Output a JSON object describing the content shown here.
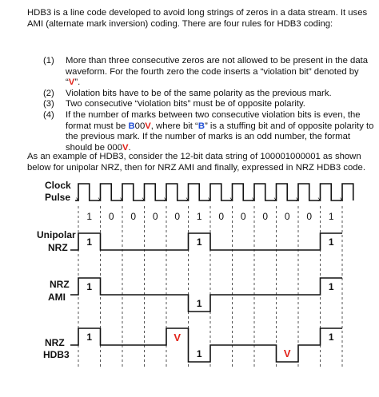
{
  "intro": "HDB3 is a line code developed to avoid long strings of zeros in a data stream.  It uses AMI (alternate mark inversion) coding.  There are four rules for HDB3 coding:",
  "rules": [
    {
      "num": "(1)",
      "pre": "More than three consecutive zeros are not allowed to be present in the data waveform.  For the fourth zero the code inserts a “violation bit” denoted by “",
      "v": "V",
      "post": "”."
    },
    {
      "num": "(2)",
      "text": "Violation bits have to be of the same polarity as the previous mark."
    },
    {
      "num": "(3)",
      "text": "Two consecutive “violation bits” must be of opposite polarity."
    },
    {
      "num": "(4)",
      "pre": "If the number of marks between two consecutive violation bits is even, the format must be ",
      "b": "B",
      "mid": "00",
      "v": "V",
      "post": ", where bit “",
      "b2": "B",
      "post2": "” is a stuffing bit and of opposite polarity to the previous mark.  If the number of marks is an odd number, the format should be ",
      "tail": "000",
      "v2": "V",
      "end": "."
    }
  ],
  "example": "As an example of HDB3, consider the 12-bit data string of 100001000001 as shown below for unipolar NRZ, then for NRZ AMI and finally, expressed in NRZ HDB3 code.",
  "diagram": {
    "clock_label_1": "Clock",
    "clock_label_2": "Pulse",
    "cross_mark": "x",
    "bits": [
      "1",
      "0",
      "0",
      "0",
      "0",
      "1",
      "0",
      "0",
      "0",
      "0",
      "0",
      "1"
    ],
    "unipolar_label_1": "Unipolar",
    "unipolar_label_2": "NRZ",
    "ami_label_1": "NRZ",
    "ami_label_2": "AMI",
    "hdb3_label_1": "NRZ",
    "hdb3_label_2": "HDB3",
    "unipolar_levels": [
      1,
      0,
      0,
      0,
      0,
      1,
      0,
      0,
      0,
      0,
      0,
      1
    ],
    "ami_levels": [
      1,
      0,
      0,
      0,
      0,
      -1,
      0,
      0,
      0,
      0,
      0,
      1
    ],
    "hdb3_levels": [
      1,
      0,
      0,
      0,
      1,
      -1,
      0,
      0,
      0,
      -1,
      0,
      1
    ],
    "unipolar_marks": [
      {
        "bit": 0,
        "text": "1"
      },
      {
        "bit": 5,
        "text": "1"
      },
      {
        "bit": 11,
        "text": "1"
      }
    ],
    "ami_marks": [
      {
        "bit": 0,
        "text": "1"
      },
      {
        "bit": 5,
        "text": "1"
      },
      {
        "bit": 11,
        "text": "1"
      }
    ],
    "hdb3_marks": [
      {
        "bit": 0,
        "text": "1"
      },
      {
        "bit": 5,
        "text": "1"
      },
      {
        "bit": 11,
        "text": "1"
      }
    ],
    "hdb3_violations": [
      {
        "bit": 4,
        "text": "V"
      },
      {
        "bit": 9,
        "text": "V"
      }
    ]
  }
}
